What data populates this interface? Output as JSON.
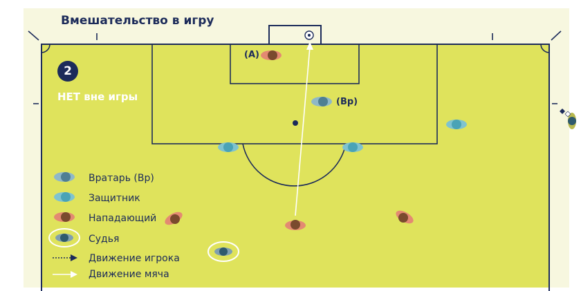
{
  "header": {
    "title": "Вмешательство в игру"
  },
  "scenario": {
    "number": "2",
    "verdict_strong": "НЕТ",
    "verdict_rest": " вне игры"
  },
  "labels": {
    "attacker_a": "(A)",
    "goalkeeper_short": "(Вр)"
  },
  "legend": {
    "items": [
      {
        "icon": "goalkeeper-icon",
        "text": "Вратарь (Вр)"
      },
      {
        "icon": "defender-icon",
        "text": "Защитник"
      },
      {
        "icon": "attacker-icon",
        "text": "Нападающий"
      },
      {
        "icon": "referee-icon",
        "text": "Судья"
      },
      {
        "icon": "dashed-arrow-icon",
        "text": "Движение игрока"
      },
      {
        "icon": "solid-arrow-icon",
        "text": "Движение мяча"
      }
    ]
  },
  "colors": {
    "pitch": "#dfe35c",
    "background": "#f7f7df",
    "lines": "#1c2b5a",
    "goalkeeper": "#4f7f93",
    "defender": "#4aa3b6",
    "attacker": "#e38a72",
    "hair": "#7a4a2e",
    "referee_ring": "#ffffff",
    "ball_path": "#ffffff"
  }
}
